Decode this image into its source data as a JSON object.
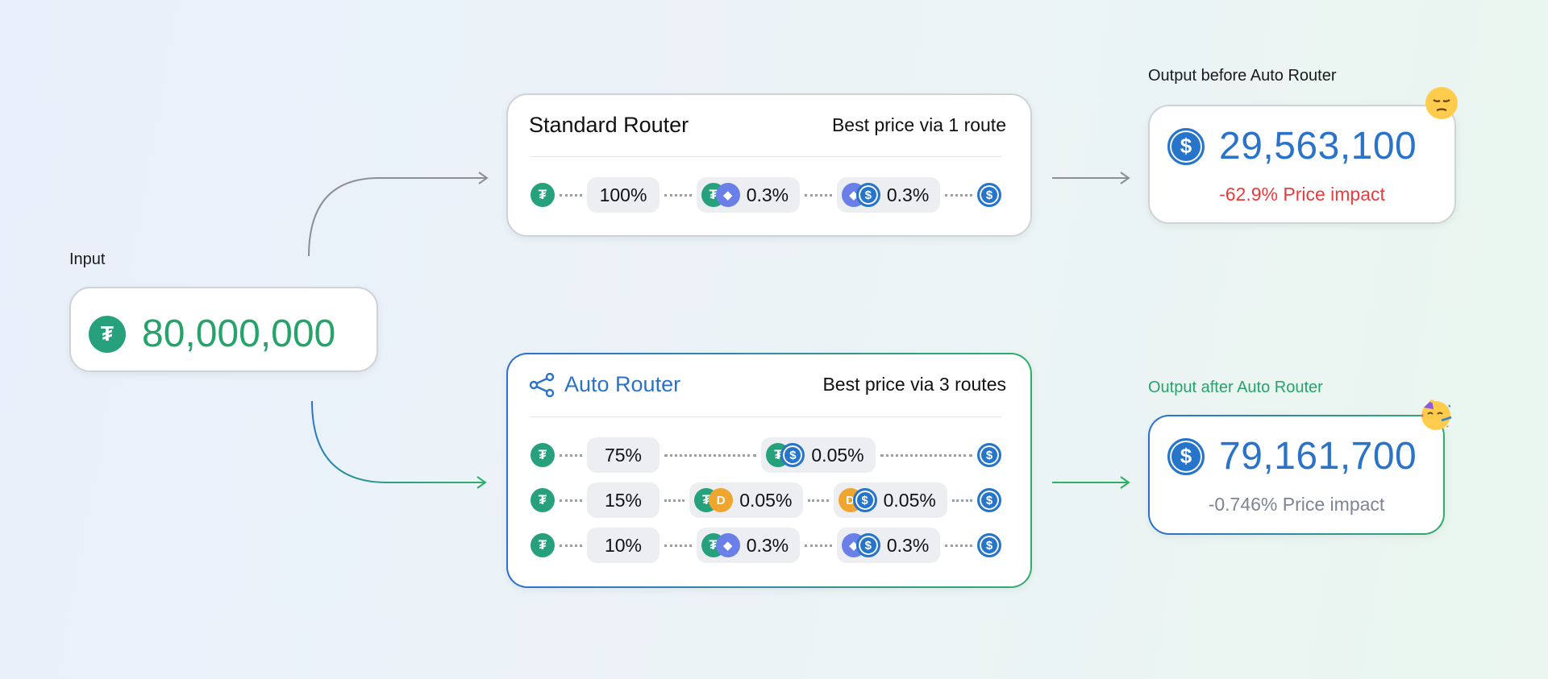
{
  "input": {
    "label": "Input",
    "value": "80,000,000",
    "token_icon": "usdt-icon"
  },
  "standard_router": {
    "title": "Standard Router",
    "note": "Best price via 1 route",
    "route": {
      "percent": "100%",
      "hops": [
        "0.3%",
        "0.3%"
      ]
    }
  },
  "auto_router": {
    "title": "Auto Router",
    "note": "Best price via 3 routes",
    "routes": [
      {
        "percent": "75%",
        "hops": [
          "0.05%"
        ]
      },
      {
        "percent": "15%",
        "hops": [
          "0.05%",
          "0.05%"
        ]
      },
      {
        "percent": "10%",
        "hops": [
          "0.3%",
          "0.3%"
        ]
      }
    ]
  },
  "output_before": {
    "label": "Output before Auto Router",
    "value": "29,563,100",
    "impact": "-62.9% Price impact",
    "emoji": "pensive-face"
  },
  "output_after": {
    "label": "Output after Auto Router",
    "value": "79,161,700",
    "impact": "-0.746% Price impact",
    "emoji": "partying-face"
  },
  "colors": {
    "accent_blue": "#2a73c9",
    "accent_green": "#26a36a",
    "negative_red": "#ee3a3a",
    "usdt": "#26a17b",
    "usdc": "#2775ca",
    "eth": "#6a7fe8",
    "dai": "#f0a62e"
  }
}
